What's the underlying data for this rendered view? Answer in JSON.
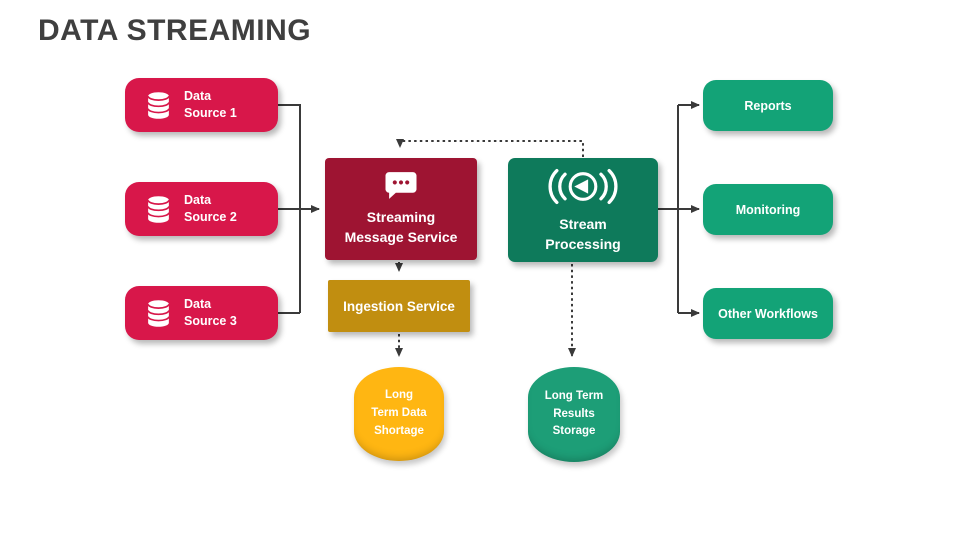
{
  "title": "DATA STREAMING",
  "colors": {
    "title_text": "#3F3F3F",
    "crimson": "#D8174A",
    "dark_red": "#9E1432",
    "gold": "#C18E10",
    "amber": "#FFB612",
    "dark_green": "#0E7A5B",
    "green": "#13A377",
    "teal_green": "#1D9E77",
    "connector": "#3A3A3A"
  },
  "nodes": {
    "data_source_1": {
      "label": "Data\nSource 1",
      "icon": "database-icon"
    },
    "data_source_2": {
      "label": "Data\nSource 2",
      "icon": "database-icon"
    },
    "data_source_3": {
      "label": "Data\nSource 3",
      "icon": "database-icon"
    },
    "streaming_message_service": {
      "label": "Streaming\nMessage Service",
      "icon": "chat-message-icon"
    },
    "ingestion_service": {
      "label": "Ingestion Service"
    },
    "long_term_data_shortage": {
      "label": "Long\nTerm Data\nShortage"
    },
    "stream_processing": {
      "label": "Stream\nProcessing",
      "icon": "broadcast-play-icon"
    },
    "long_term_results_storage": {
      "label": "Long Term\nResults\nStorage"
    },
    "reports": {
      "label": "Reports"
    },
    "monitoring": {
      "label": "Monitoring"
    },
    "other_workflows": {
      "label": "Other Workflows"
    }
  },
  "connections": {
    "solid": [
      "data_source_1 -> streaming_message_service",
      "data_source_2 -> streaming_message_service",
      "data_source_3 -> streaming_message_service",
      "stream_processing -> reports",
      "stream_processing -> monitoring",
      "stream_processing -> other_workflows"
    ],
    "dotted": [
      "stream_processing -> streaming_message_service",
      "streaming_message_service -> ingestion_service",
      "ingestion_service -> long_term_data_shortage",
      "stream_processing -> long_term_results_storage"
    ]
  }
}
